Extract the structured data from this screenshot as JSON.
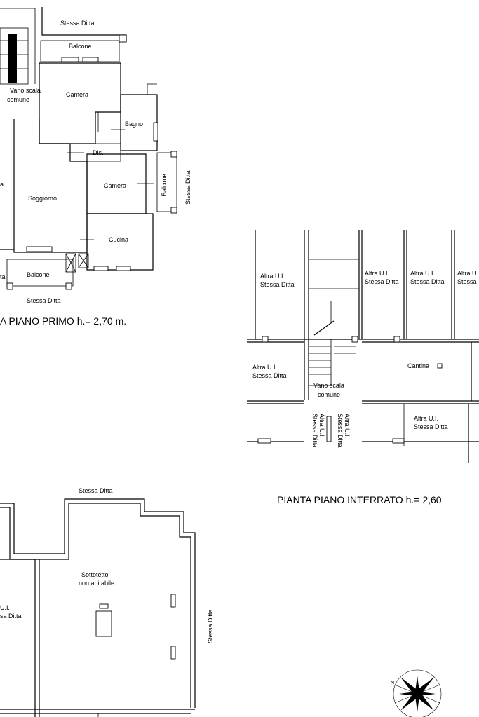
{
  "first_floor": {
    "caption": "A PIANO PRIMO h.= 2,70 m.",
    "labels": {
      "stessa_ditta_top": "Stessa Ditta",
      "balcone_top": "Balcone",
      "vano_scala_1": "Vano scala",
      "vano_scala_2": "comune",
      "camera_1": "Camera",
      "bagno": "Bagno",
      "dis": "Dis.",
      "camera_2": "Camera",
      "balcone_right": "Balcone",
      "stessa_ditta_right": "Stessa Ditta",
      "soggiorno": "Soggiorno",
      "cucina": "Cucina",
      "balcone_bottom": "Balcone",
      "stessa_ditta_bottom": "Stessa Ditta",
      "edge_a": "a",
      "edge_ta": "ta"
    }
  },
  "basement": {
    "caption": "PIANTA PIANO INTERRATO h.= 2,60",
    "labels": {
      "altra_ui": "Altra U.I.",
      "stessa_ditta": "Stessa Ditta",
      "altra_ui_cut": "Altra U",
      "stessa_cut": "Stessa",
      "cantina": "Cantina",
      "vano_scala_1": "Vano scala",
      "vano_scala_2": "comune",
      "altra_ui_vert": "Altra U.I."
    }
  },
  "attic": {
    "labels": {
      "stessa_ditta_top": "Stessa Ditta",
      "sottotetto_1": "Sottotetto",
      "sottotetto_2": "non abitabile",
      "ui_cut": "U.I.",
      "sa_ditta_cut": "sa Ditta",
      "stessa_ditta_right": "Stessa Ditta"
    }
  },
  "compass": {
    "letter_n": "N"
  }
}
